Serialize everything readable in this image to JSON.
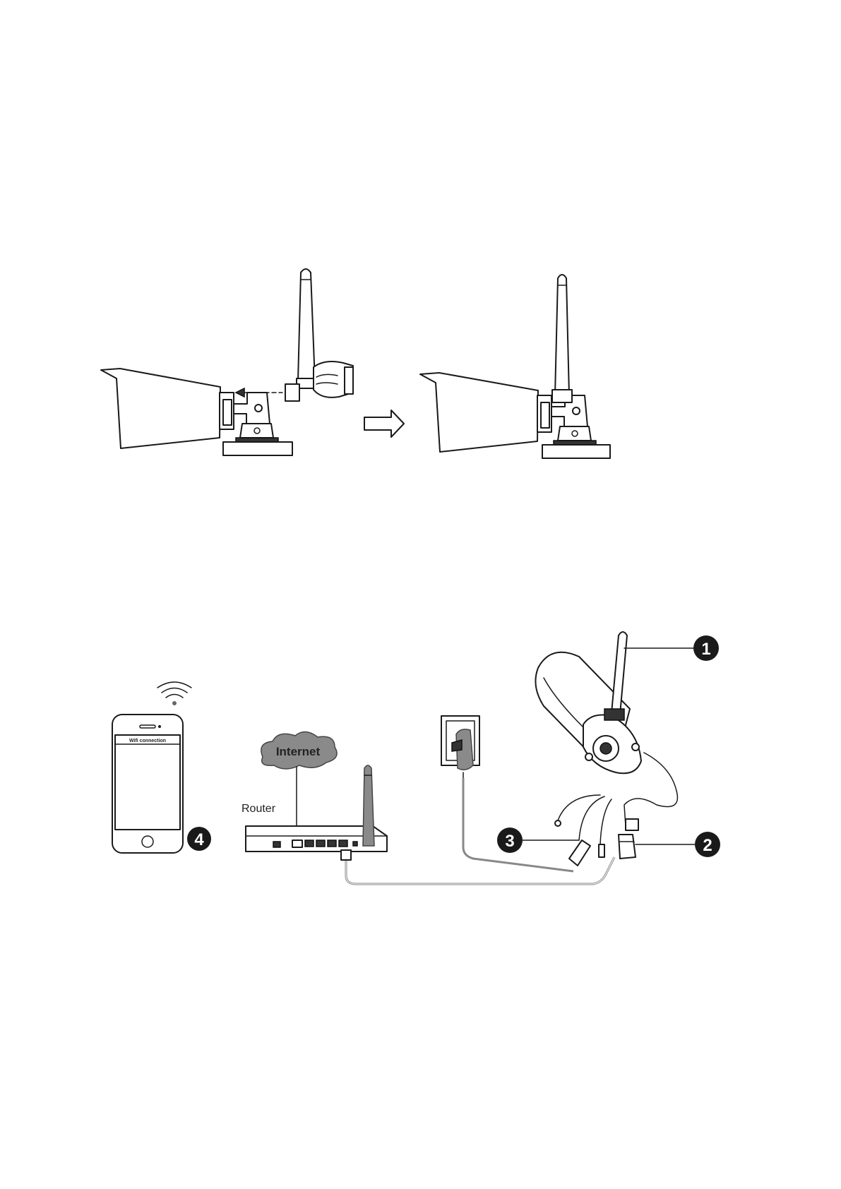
{
  "phone": {
    "screen_label": "Wifi connection",
    "badge": "4"
  },
  "cloud": {
    "label": "Internet"
  },
  "router": {
    "label": "Router"
  },
  "callouts": [
    {
      "id": "antenna",
      "number": "1"
    },
    {
      "id": "network-connector",
      "number": "2"
    },
    {
      "id": "power-connector",
      "number": "3"
    }
  ]
}
